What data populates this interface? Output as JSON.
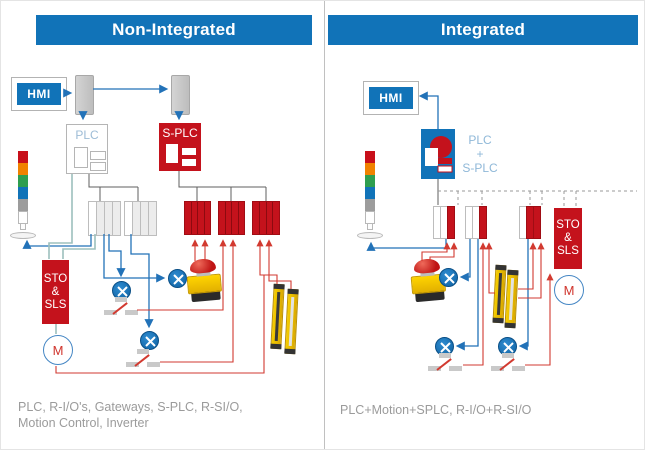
{
  "left_panel": {
    "header": "Non-Integrated",
    "hmi_label": "HMI",
    "plc_label": "PLC",
    "splc_label": "S-PLC",
    "sto_sls_label": "STO\n&\nSLS",
    "motor_label": "M",
    "caption_line1": "PLC, R-I/O's, Gateways, S-PLC, R-SI/O,",
    "caption_line2": "Motion Control, Inverter"
  },
  "right_panel": {
    "header": "Integrated",
    "hmi_label": "HMI",
    "plc_splc_label": "PLC\n+\nS-PLC",
    "sto_sls_label": "STO\n&\nSLS",
    "motor_label": "M",
    "caption": "PLC+Motion+SPLC, R-I/O+R-SI/O"
  },
  "colors": {
    "header_blue": "#1173b8",
    "safety_red": "#c4121c",
    "line_blue": "#2272b8",
    "line_red": "#d23a30",
    "line_teal": "#9dc0bd",
    "curtain_yellow": "#f2c500",
    "tower_segments": [
      "#c8101a",
      "#f08200",
      "#2e9e4f",
      "#1173b8",
      "#9c9c9c"
    ]
  },
  "icons": [
    "signal-tower-icon",
    "gateway-icon",
    "emergency-stop-icon",
    "light-curtain-icon",
    "indicator-lamp-icon",
    "limit-switch-icon",
    "motor-icon",
    "io-module-icon",
    "safety-io-module-icon"
  ]
}
